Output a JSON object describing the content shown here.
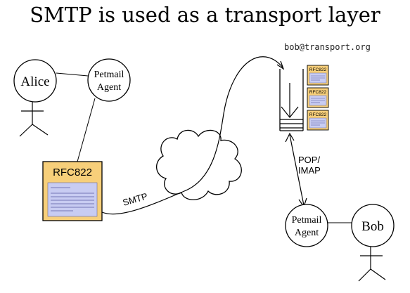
{
  "title": "SMTP is used as a transport layer",
  "address": "bob@transport.org",
  "alice": {
    "name": "Alice"
  },
  "bob": {
    "name": "Bob"
  },
  "agent_left": {
    "line1": "Petmail",
    "line2": "Agent"
  },
  "agent_right": {
    "line1": "Petmail",
    "line2": "Agent"
  },
  "message": {
    "label": "RFC822"
  },
  "queue": {
    "item_labels": [
      "RFC822",
      "RFC822",
      "RFC822"
    ]
  },
  "link_smtp": "SMTP",
  "link_pop": {
    "line1": "POP/",
    "line2": "IMAP"
  },
  "colors": {
    "doc_fill": "#f7cf7a",
    "doc_body": "#c8ccf2",
    "line": "#000000"
  }
}
